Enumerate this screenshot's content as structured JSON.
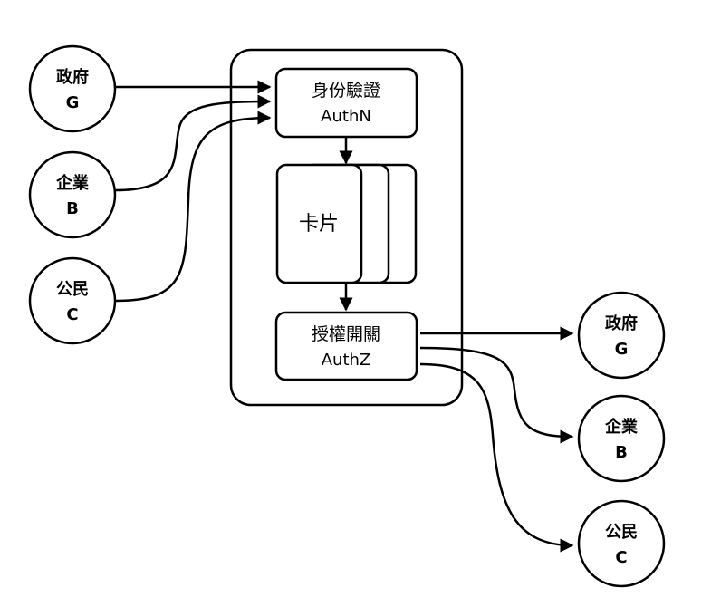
{
  "entities_left": [
    {
      "name": "政府",
      "code": "G"
    },
    {
      "name": "企業",
      "code": "B"
    },
    {
      "name": "公民",
      "code": "C"
    }
  ],
  "entities_right": [
    {
      "name": "政府",
      "code": "G"
    },
    {
      "name": "企業",
      "code": "B"
    },
    {
      "name": "公民",
      "code": "C"
    }
  ],
  "authn": {
    "title": "身份驗證",
    "subtitle": "AuthN"
  },
  "card": {
    "label": "卡片"
  },
  "authz": {
    "title": "授權開關",
    "subtitle": "AuthZ"
  },
  "colors": {
    "stroke": "#000000",
    "fill": "#ffffff"
  }
}
